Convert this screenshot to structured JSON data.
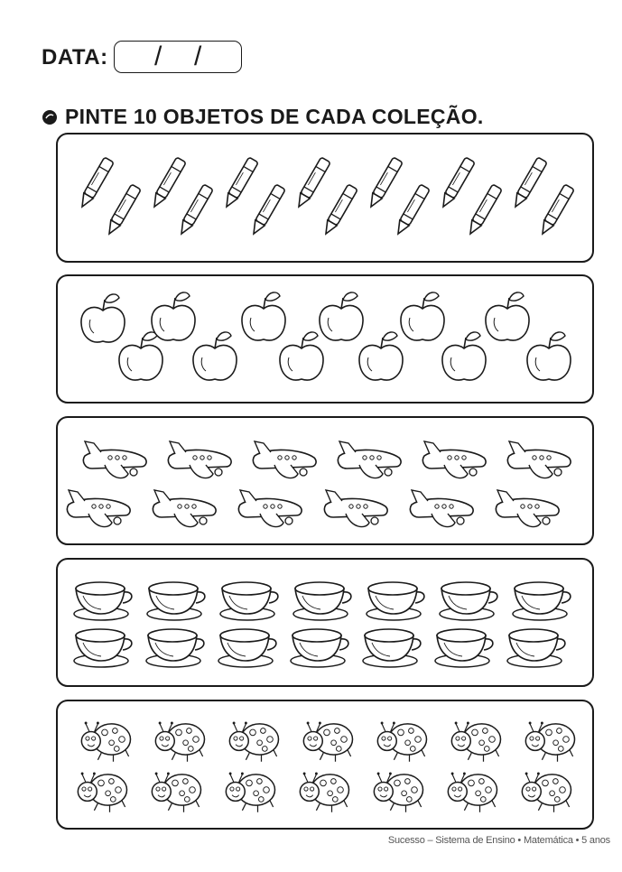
{
  "header": {
    "date_label": "DATA:",
    "date_slash_1": "/",
    "date_slash_2": "/"
  },
  "instruction": "PINTE 10 OBJETOS DE CADA COLEÇÃO.",
  "collections": [
    {
      "name": "crayons",
      "icon": "crayon-icon",
      "count": 14
    },
    {
      "name": "apples",
      "icon": "apple-icon",
      "count": 12
    },
    {
      "name": "airplanes",
      "icon": "airplane-icon",
      "count": 12
    },
    {
      "name": "teacups",
      "icon": "teacup-icon",
      "count": 14
    },
    {
      "name": "ladybugs",
      "icon": "ladybug-icon",
      "count": 14
    }
  ],
  "footer": "Sucesso – Sistema de Ensino • Matemática • 5 anos",
  "colors": {
    "ink": "#1a1a1a",
    "paper": "#ffffff"
  }
}
